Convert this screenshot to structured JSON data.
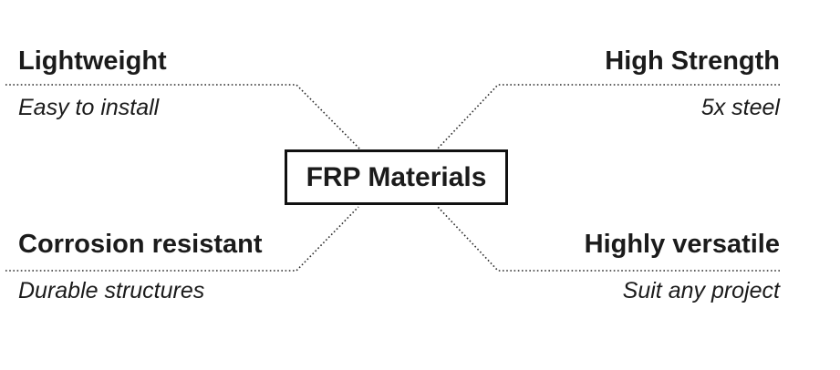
{
  "diagram": {
    "center": {
      "label": "FRP Materials"
    },
    "features": [
      {
        "position": "top-left",
        "title": "Lightweight",
        "subtitle": "Easy to install"
      },
      {
        "position": "top-right",
        "title": "High Strength",
        "subtitle": "5x steel"
      },
      {
        "position": "bottom-left",
        "title": "Corrosion resistant",
        "subtitle": "Durable structures"
      },
      {
        "position": "bottom-right",
        "title": "Highly versatile",
        "subtitle": "Suit any project"
      }
    ],
    "colors": {
      "background": "#ffffff",
      "text": "#1b1b1b",
      "connector_line": "#2a2a2a",
      "center_box_border": "#111111"
    },
    "connector_style": "dotted"
  }
}
